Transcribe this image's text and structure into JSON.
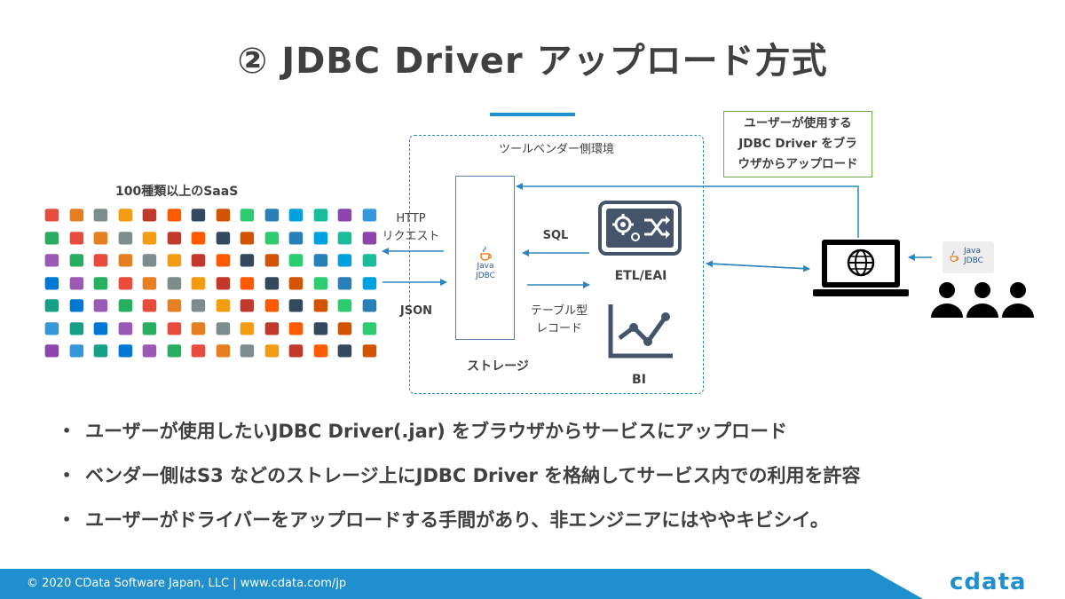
{
  "title": "② JDBC Driver アップロード方式",
  "vendor_env_label": "ツールベンダー側環境",
  "callout": {
    "line1": "ユーザーが使用する",
    "line2": "JDBC Driver をブラ",
    "line3": "ウザからアップロード"
  },
  "saas_title": "100種類以上のSaaS",
  "http_label": {
    "line1": "HTTP",
    "line2": "リクエスト"
  },
  "json_label": "JSON",
  "sql_label": "SQL",
  "table_record_label": {
    "line1": "テーブル型",
    "line2": "レコード"
  },
  "storage_label": "ストレージ",
  "java_badge": {
    "line1": "Java",
    "line2": "JDBC"
  },
  "etl_label": "ETL/EAI",
  "bi_label": "BI",
  "user_java_badge": {
    "line1": "Java",
    "line2": "JDBC"
  },
  "bullets": [
    "ユーザーが使用したいJDBC Driver(.jar) をブラウザからサービスにアップロード",
    "ベンダー側はS3 などのストレージ上にJDBC Driver を格納してサービス内での利用を許容",
    "ユーザーがドライバーをアップロードする手間があり、非エンジニアにはややキビシイ。"
  ],
  "footer": {
    "text": "© 2020 CData Software Japan, LLC |   www.cdata.com/jp",
    "logo": "cdata"
  },
  "colors": {
    "accent": "#1f8fce",
    "text": "#404040",
    "callout_border": "#70ad47",
    "icon_dark": "#44546a"
  }
}
